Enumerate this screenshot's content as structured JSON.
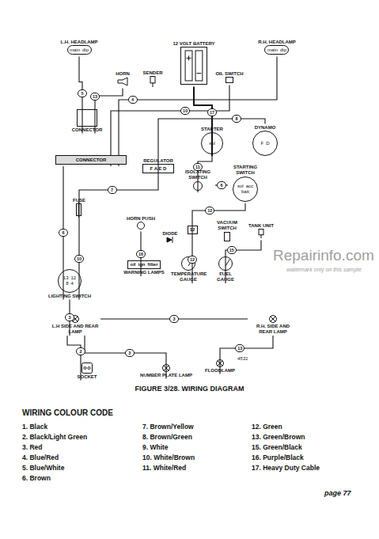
{
  "diagram": {
    "caption": "FIGURE 3/28. WIRING DIAGRAM",
    "nodes": [
      {
        "text": [
          "L.H. HEADLAMP",
          "main",
          "dip"
        ]
      },
      {
        "text": [
          "12 VOLT BATTERY"
        ]
      },
      {
        "text": [
          "R.H. HEADLAMP",
          "main",
          "dip"
        ]
      },
      {
        "text": [
          "HORN"
        ]
      },
      {
        "text": [
          "SENDER"
        ]
      },
      {
        "text": [
          "OIL SWITCH"
        ]
      },
      {
        "text": [
          "CONNECTOR"
        ]
      },
      {
        "text": [
          "STARTER",
          "sol"
        ]
      },
      {
        "text": [
          "DYNAMO",
          "F",
          "D"
        ]
      },
      {
        "text": [
          "CONNECTOR"
        ]
      },
      {
        "text": [
          "REGULATOR",
          "F A E D"
        ]
      },
      {
        "text": [
          "ISOLATING SWITCH"
        ]
      },
      {
        "text": [
          "STARTING SWITCH",
          "sol",
          "acc",
          "batt"
        ]
      },
      {
        "text": [
          "FUSE"
        ]
      },
      {
        "text": [
          "HORN PUSH"
        ]
      },
      {
        "text": [
          "DIODE"
        ]
      },
      {
        "text": [
          "12"
        ]
      },
      {
        "text": [
          "VACUUM SWITCH"
        ]
      },
      {
        "text": [
          "TANK UNIT"
        ]
      },
      {
        "text": [
          "WARNING LAMPS",
          "oil",
          "ign",
          "filter"
        ]
      },
      {
        "text": [
          "TEMPERATURE GAUGE"
        ]
      },
      {
        "text": [
          "FUEL GAUGE"
        ]
      },
      {
        "text": [
          "LIGHTING SWITCH",
          "13",
          "12",
          "8",
          "4"
        ]
      },
      {
        "text": [
          "L.H SIDE AND REAR LAMP"
        ]
      },
      {
        "text": [
          "R.H. SIDE AND REAR LAMP"
        ]
      },
      {
        "text": [
          "SOCKET"
        ]
      },
      {
        "text": [
          "NUMBER PLATE LAMP"
        ]
      },
      {
        "text": [
          "FLOODLAMP"
        ]
      }
    ],
    "edges": [
      {
        "from": 0,
        "to": 6,
        "arrow": "none",
        "label": "5"
      },
      {
        "from": 3,
        "to": 6,
        "arrow": "none",
        "label": "13"
      },
      {
        "from": 1,
        "to": 7,
        "arrow": "none",
        "label": "17"
      },
      {
        "from": 2,
        "to": 9,
        "arrow": "none",
        "label": "4"
      },
      {
        "from": 5,
        "to": 9,
        "arrow": "none",
        "label": "10"
      },
      {
        "from": 8,
        "to": 10,
        "arrow": "none",
        "label": "8"
      },
      {
        "from": 7,
        "to": 11,
        "arrow": "none",
        "label": "11"
      },
      {
        "from": 11,
        "to": 12,
        "arrow": "none",
        "label": "6"
      },
      {
        "from": 10,
        "to": 13,
        "arrow": "none",
        "label": "7"
      },
      {
        "from": 13,
        "to": 22,
        "arrow": "none",
        "label": "10"
      },
      {
        "from": 9,
        "to": 22,
        "arrow": "none",
        "label": "6"
      },
      {
        "from": 12,
        "to": 16,
        "arrow": "none",
        "label": "12"
      },
      {
        "from": 18,
        "to": 21,
        "arrow": "none",
        "label": "15"
      },
      {
        "from": 16,
        "to": 20,
        "arrow": "none",
        "label": "12"
      },
      {
        "from": 22,
        "to": 23,
        "arrow": "none",
        "label": "3"
      },
      {
        "from": 23,
        "to": 24,
        "arrow": "none",
        "label": "3"
      },
      {
        "from": 23,
        "to": 25,
        "arrow": "none",
        "label": "2"
      },
      {
        "from": 24,
        "to": 27,
        "arrow": "none",
        "label": "13"
      },
      {
        "from": 23,
        "to": 26,
        "arrow": "none",
        "label": "3"
      },
      {
        "from": 14,
        "to": 19,
        "arrow": "none",
        "label": "16"
      }
    ],
    "labels": [
      "WIRING COLOUR CODE",
      "1. Black",
      "2. Black/Light Green",
      "3. Red",
      "4. Blue/Red",
      "5. Blue/White",
      "6. Brown",
      "7. Brown/Yellow",
      "8. Brown/Green",
      "9. White",
      "10. White/Brown",
      "11. White/Red",
      "12. Green",
      "13. Green/Brown",
      "15. Green/Black",
      "16. Purple/Black",
      "17. Heavy Duty Cable",
      "page 77",
      "4531",
      "Repairinfo.com",
      "watermark only on this sample"
    ]
  }
}
